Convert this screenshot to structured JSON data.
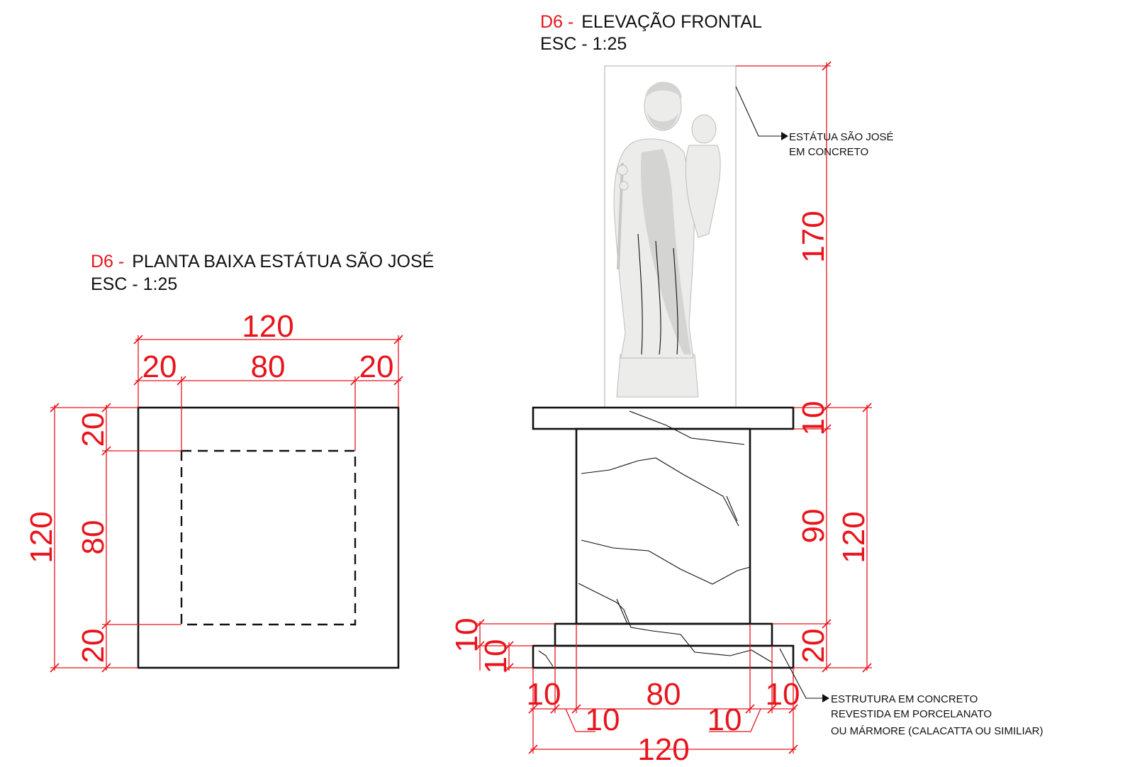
{
  "elevation": {
    "title_code": "D6 -",
    "title_text": "ELEVAÇÃO FRONTAL",
    "scale": "ESC - 1:25",
    "labels": {
      "statue_note_line1": "ESTÁTUA SÃO JOSÉ",
      "statue_note_line2": "EM CONCRETO",
      "structure_note_line1": "ESTRUTURA EM CONCRETO",
      "structure_note_line2": "REVESTIDA EM PORCELANATO",
      "structure_note_line3": "OU MÁRMORE (CALACATTA OU SIMILIAR)"
    },
    "dimensions": {
      "statue_height": "170",
      "top_slab": "10",
      "column": "90",
      "base_steps": "20",
      "total_height": "120",
      "step_1": "10",
      "step_2": "10",
      "bottom_left": "10",
      "bottom_center": "80",
      "bottom_right": "10",
      "inner_left": "10",
      "inner_right": "10",
      "bottom_total": "120"
    }
  },
  "plan": {
    "title_code": "D6 -",
    "title_text": "PLANTA BAIXA ESTÁTUA SÃO JOSÉ",
    "scale": "ESC - 1:25",
    "dimensions": {
      "top_total": "120",
      "top_left": "20",
      "top_center": "80",
      "top_right": "20",
      "left_total": "120",
      "left_top": "20",
      "left_center": "80",
      "left_bottom": "20"
    }
  },
  "colors": {
    "dimension": "#e8141c",
    "linework": "#111111"
  }
}
